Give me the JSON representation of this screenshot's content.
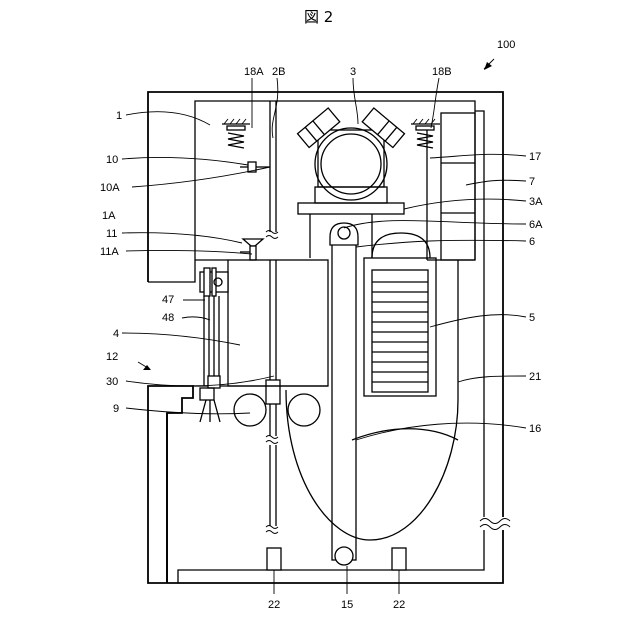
{
  "figure": {
    "title": "図 2",
    "labels": {
      "l100": "100",
      "l18A": "18A",
      "l2B": "2B",
      "l3": "3",
      "l18B": "18B",
      "l1": "1",
      "l10": "10",
      "l10A": "10A",
      "l1A": "1A",
      "l11": "11",
      "l11A": "11A",
      "l47": "47",
      "l48": "48",
      "l4": "4",
      "l12": "12",
      "l30": "30",
      "l9": "9",
      "l17": "17",
      "l7": "7",
      "l3A": "3A",
      "l6A": "6A",
      "l6": "6",
      "l5": "5",
      "l21": "21",
      "l16": "16",
      "l22a": "22",
      "l15": "15",
      "l22b": "22"
    }
  }
}
